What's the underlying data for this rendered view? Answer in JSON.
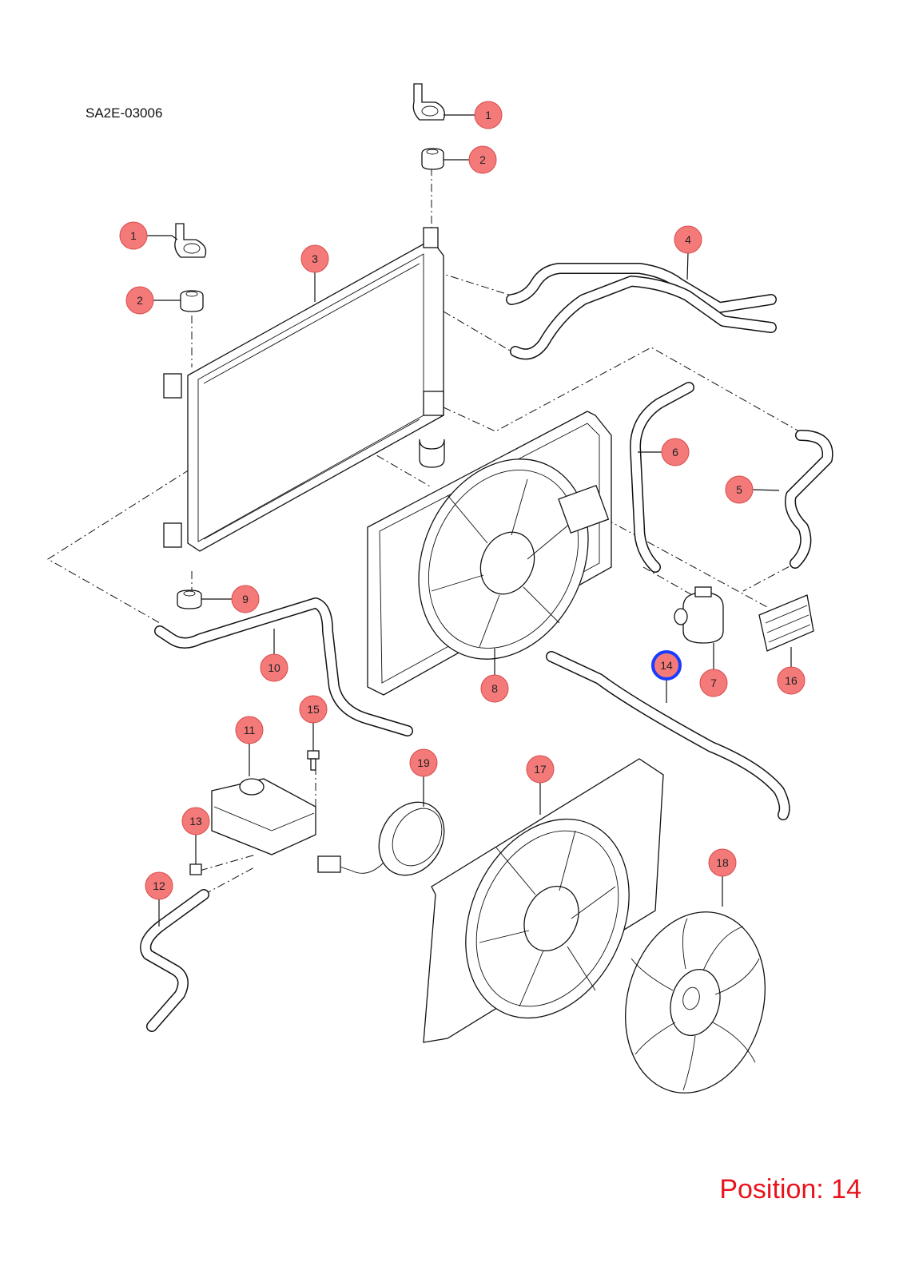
{
  "diagram_code": "SA2E-03006",
  "position_label": "Position: 14",
  "selected_callout": "14",
  "callouts": [
    {
      "id": "c1a",
      "label": "1"
    },
    {
      "id": "c2a",
      "label": "2"
    },
    {
      "id": "c1b",
      "label": "1"
    },
    {
      "id": "c2b",
      "label": "2"
    },
    {
      "id": "c3",
      "label": "3"
    },
    {
      "id": "c4",
      "label": "4"
    },
    {
      "id": "c5",
      "label": "5"
    },
    {
      "id": "c6",
      "label": "6"
    },
    {
      "id": "c7",
      "label": "7"
    },
    {
      "id": "c8",
      "label": "8"
    },
    {
      "id": "c9",
      "label": "9"
    },
    {
      "id": "c10",
      "label": "10"
    },
    {
      "id": "c11",
      "label": "11"
    },
    {
      "id": "c12",
      "label": "12"
    },
    {
      "id": "c13",
      "label": "13"
    },
    {
      "id": "c14",
      "label": "14"
    },
    {
      "id": "c15",
      "label": "15"
    },
    {
      "id": "c16",
      "label": "16"
    },
    {
      "id": "c17",
      "label": "17"
    },
    {
      "id": "c18",
      "label": "18"
    },
    {
      "id": "c19",
      "label": "19"
    }
  ],
  "colors": {
    "callout_fill": "#f47a7a",
    "selected_ring": "#1a3cff",
    "position_text": "#e8141c"
  }
}
